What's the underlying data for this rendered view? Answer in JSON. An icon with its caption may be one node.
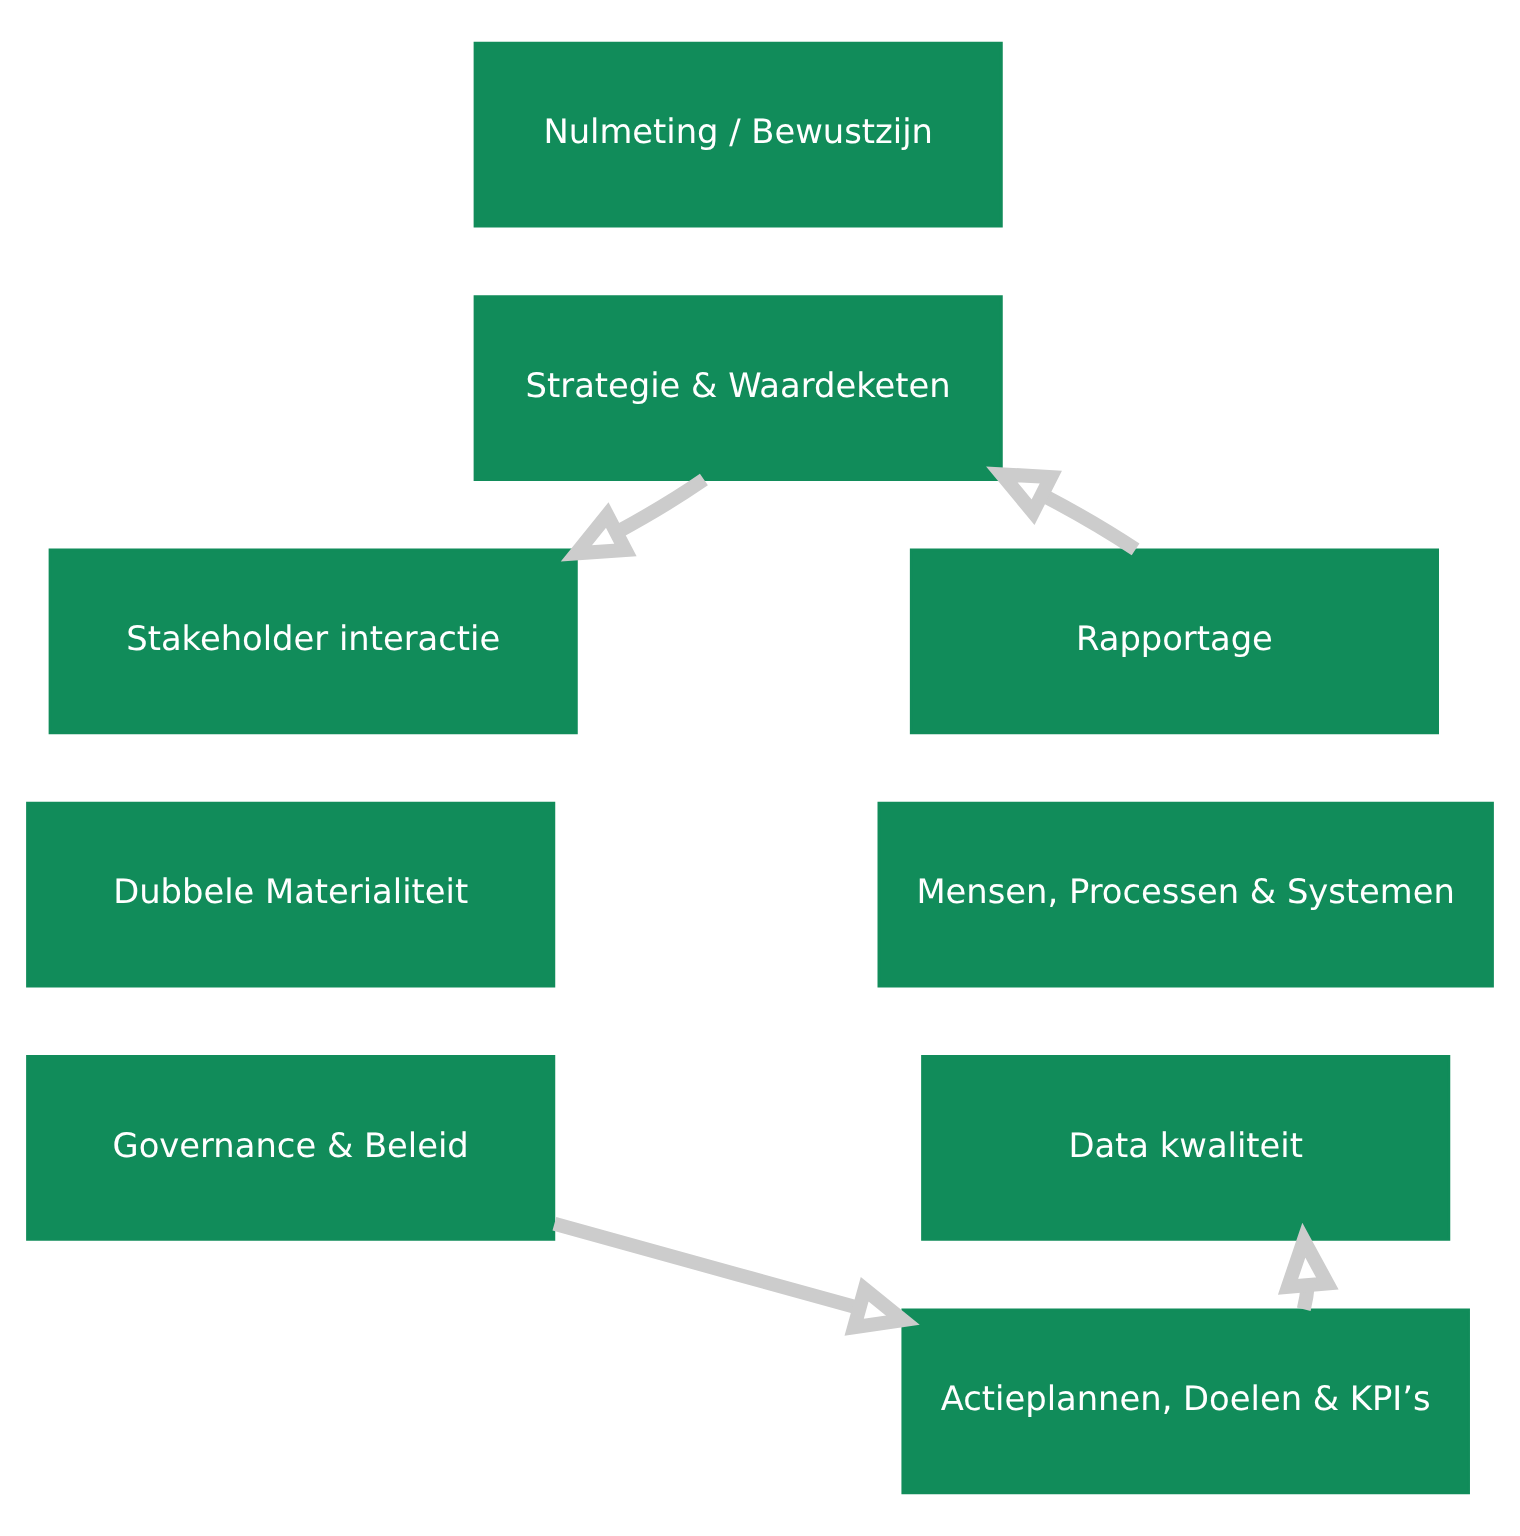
{
  "diagram": {
    "nodes": [
      {
        "text": [
          "Nulmeting / Bewustzijn"
        ]
      },
      {
        "text": [
          "Strategie & Waardeketen"
        ]
      },
      {
        "text": [
          "Stakeholder interactie"
        ]
      },
      {
        "text": [
          "Dubbele Materialiteit"
        ]
      },
      {
        "text": [
          "Governance & Beleid"
        ]
      },
      {
        "text": [
          "Actieplannen, Doelen & KPI’s"
        ]
      },
      {
        "text": [
          "Data kwaliteit"
        ]
      },
      {
        "text": [
          "Mensen, Processen & Systemen"
        ]
      },
      {
        "text": [
          "Rapportage"
        ]
      }
    ],
    "edges": [
      {
        "from": 1,
        "to": 2,
        "arrow": "to"
      },
      {
        "from": 4,
        "to": 5,
        "arrow": "to"
      },
      {
        "from": 5,
        "to": 6,
        "arrow": "to"
      },
      {
        "from": 8,
        "to": 1,
        "arrow": "to"
      }
    ]
  }
}
